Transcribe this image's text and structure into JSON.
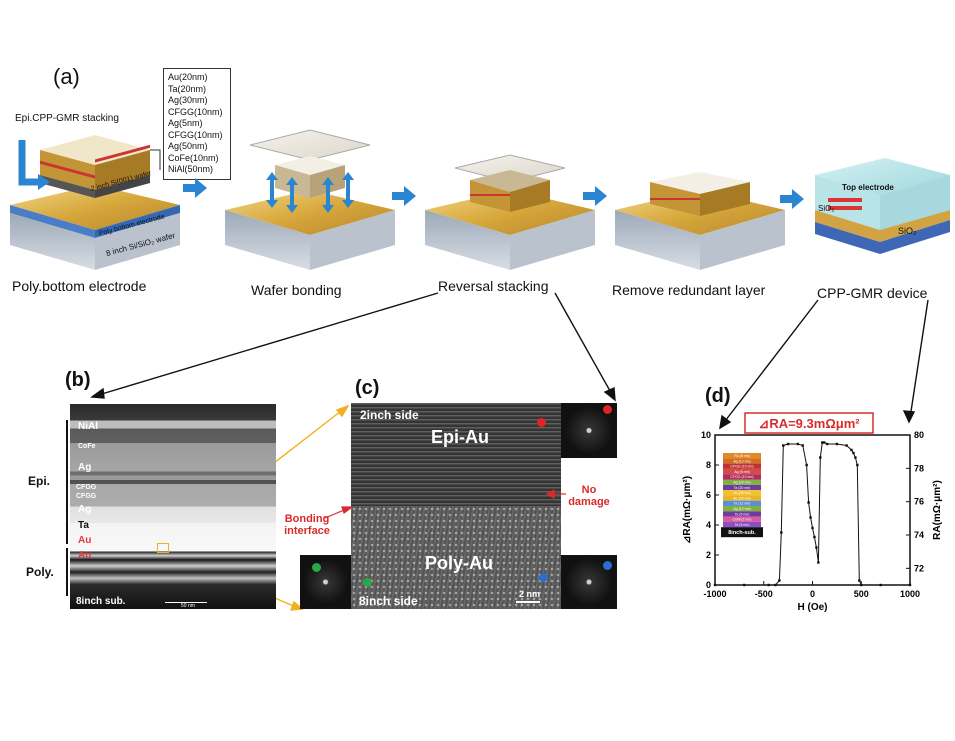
{
  "panel_a": {
    "letter": "(a)",
    "stack_title": "Epi.CPP-GMR stacking",
    "stack_layers": [
      "Au(20nm)",
      "Ta(20nm)",
      "Ag(30nm)",
      "CFGG(10nm)",
      "Ag(5nm)",
      "CFGG(10nm)",
      "Ag(50nm)",
      "CoFe(10nm)",
      "NiAl(50nm)"
    ],
    "wafer_2inch": "2 inch Si(001) wafer",
    "poly_bottom": "Poly bottom electrode",
    "wafer_8inch": "8 inch Si/SiO₂ wafer",
    "top_electrode": "Top electrode",
    "sio2": "SiO₂",
    "steps": [
      "Poly.bottom electrode",
      "Wafer bonding",
      "Reversal stacking",
      "Remove redundant layer",
      "CPP-GMR device"
    ]
  },
  "panel_b": {
    "letter": "(b)",
    "group_epi": "Epi.",
    "group_poly": "Poly.",
    "layers": [
      "NiAl",
      "CoFe",
      "Ag",
      "CFGG",
      "CFGG",
      "Ag",
      "Ta",
      "Au",
      "Au"
    ],
    "substrate": "8inch sub.",
    "scale": "50 nm"
  },
  "panel_c": {
    "letter": "(c)",
    "top_side": "2inch side",
    "bottom_side": "8inch side",
    "epi": "Epi-Au",
    "poly": "Poly-Au",
    "bonding": "Bonding interface",
    "no_damage": "No damage",
    "scale": "2 nm"
  },
  "chart_data": {
    "type": "line",
    "title": "⊿RA=9.3mΩμm²",
    "xlabel": "H (Oe)",
    "ylabel": "⊿RA(mΩ·μm²)",
    "y2label": "RA(mΩ·μm²)",
    "xlim": [
      -1000,
      1000
    ],
    "ylim": [
      0,
      10
    ],
    "y2lim": [
      71,
      80
    ],
    "xticks": [
      -1000,
      -500,
      0,
      500,
      1000
    ],
    "yticks": [
      0,
      2,
      4,
      6,
      8,
      10
    ],
    "y2ticks": [
      72,
      74,
      76,
      78,
      80
    ],
    "series": [
      {
        "x": [
          -1000,
          -700,
          -450,
          -380,
          -340,
          -320,
          -300,
          -250,
          -150,
          -100,
          -60,
          -40,
          -20,
          0,
          20,
          40,
          60,
          80,
          100,
          120,
          150,
          250,
          350,
          400,
          420,
          440,
          460,
          480,
          500,
          700,
          1000
        ],
        "y": [
          0,
          0,
          0,
          0,
          0.3,
          3.5,
          9.3,
          9.4,
          9.4,
          9.3,
          8.0,
          5.5,
          4.5,
          3.8,
          3.2,
          2.5,
          1.5,
          8.5,
          9.5,
          9.5,
          9.4,
          9.4,
          9.3,
          9.0,
          8.8,
          8.5,
          8.0,
          0.3,
          0,
          0,
          0
        ]
      }
    ],
    "legend_title": "8inch-sub.",
    "legend_layers": [
      {
        "label": "Ru (8 nm)",
        "color": "#e08a2a"
      },
      {
        "label": "Ag (12 nm)",
        "color": "#d26f1f"
      },
      {
        "label": "CFGG (10 nm)",
        "color": "#c03232"
      },
      {
        "label": "Ag (5 nm)",
        "color": "#d44b4b"
      },
      {
        "label": "CFGG (10 nm)",
        "color": "#b52a5c"
      },
      {
        "label": "Ag (20 nm)",
        "color": "#7fb241"
      },
      {
        "label": "Ta (20 nm)",
        "color": "#6e3c9c"
      },
      {
        "label": "Au (20 nm)",
        "color": "#f2c12e"
      },
      {
        "label": "Au (20 nm)",
        "color": "#e8b52a"
      },
      {
        "label": "Ta (12 nm)",
        "color": "#5b8fd1"
      },
      {
        "label": "Ag (12 nm)",
        "color": "#7fb241"
      },
      {
        "label": "Ta (5 nm)",
        "color": "#6e3c9c"
      },
      {
        "label": "CuNi (2 nm)",
        "color": "#d85aa0"
      },
      {
        "label": "Ta (5 nm)",
        "color": "#8a4fc2"
      }
    ]
  },
  "panel_d_letter": "(d)"
}
